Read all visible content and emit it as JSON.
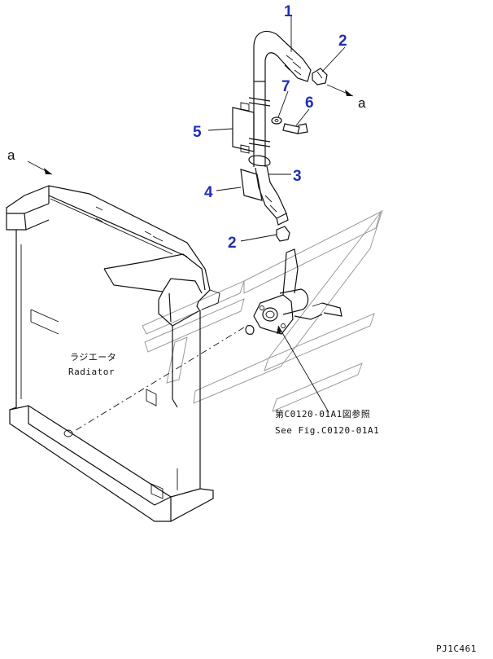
{
  "callouts": [
    "1",
    "2",
    "7",
    "6",
    "5",
    "3",
    "4",
    "2"
  ],
  "view_marks": {
    "right": "a",
    "left": "a"
  },
  "radiator_label": {
    "jp": "ラジエータ",
    "en": "Radiator"
  },
  "reference_label": {
    "jp": "第C0120-01A1図参照",
    "en": "See Fig.C0120-01A1"
  },
  "figure_code": "PJ1C461"
}
